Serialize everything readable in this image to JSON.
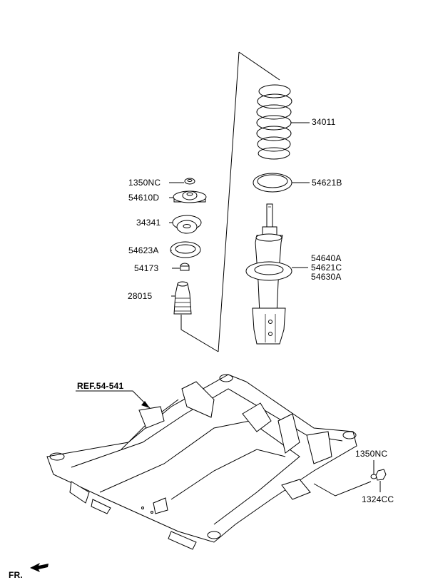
{
  "labels": {
    "p34011": "34011",
    "p54621B": "54621B",
    "p1350NC_top": "1350NC",
    "p54610D": "54610D",
    "p34341": "34341",
    "p54623A": "54623A",
    "p54173": "54173",
    "p28015": "28015",
    "p54640A": "54640A",
    "p54621C": "54621C",
    "p54630A": "54630A",
    "ref": "REF.54-541",
    "p1350NC_bottom": "1350NC",
    "p1324CC": "1324CC",
    "fr": "FR."
  }
}
